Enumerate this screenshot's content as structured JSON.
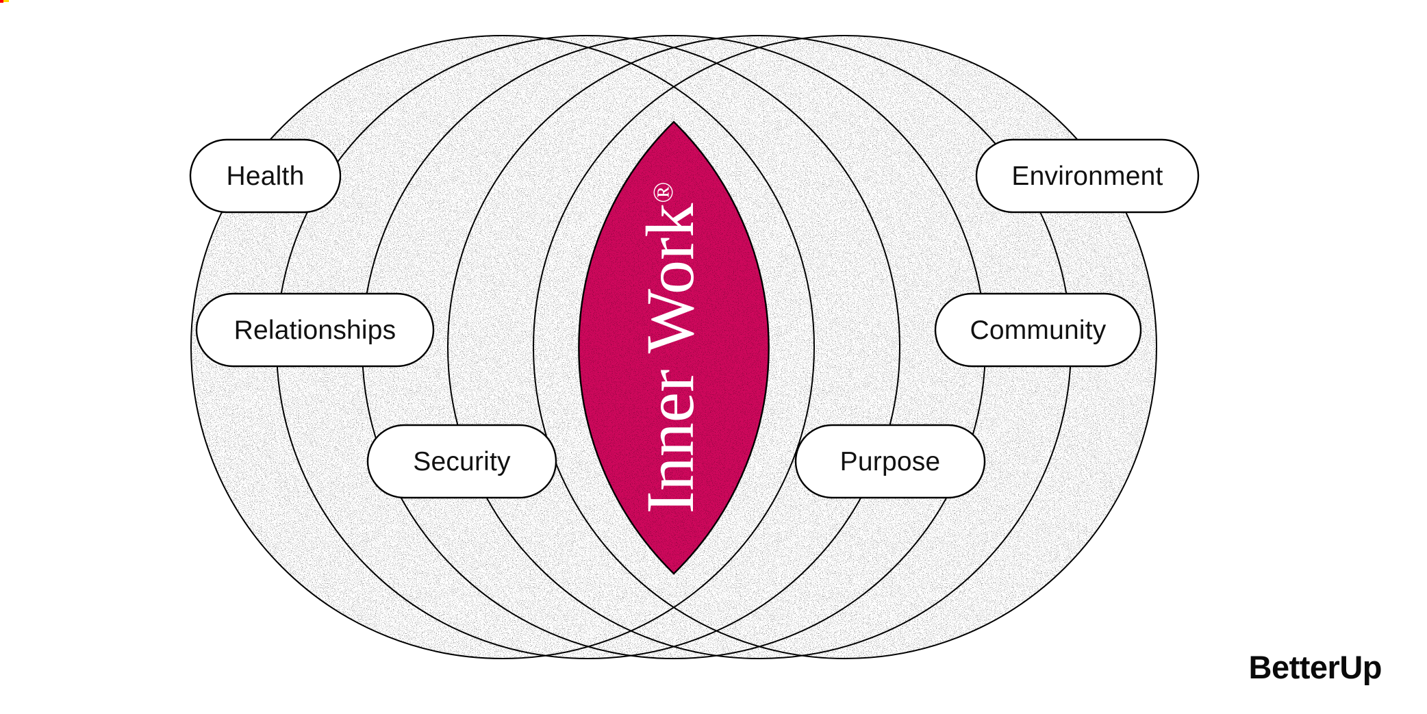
{
  "lens": {
    "title": "Inner Work",
    "registered": "®"
  },
  "pills": [
    {
      "label": "Health"
    },
    {
      "label": "Relationships"
    },
    {
      "label": "Security"
    },
    {
      "label": "Environment"
    },
    {
      "label": "Community"
    },
    {
      "label": "Purpose"
    }
  ],
  "logo": {
    "text": "BetterUp"
  },
  "colors": {
    "background": "#FFFFFF",
    "line": "#000000",
    "pill_fill": "#FFFFFF",
    "pill_text": "#111111",
    "lens_fill": "#CE085C",
    "lens_text": "#FFFFFF",
    "logo_text": "#0A0A0A",
    "corner_red": "#FA0000",
    "corner_yellow": "#FFD800"
  }
}
